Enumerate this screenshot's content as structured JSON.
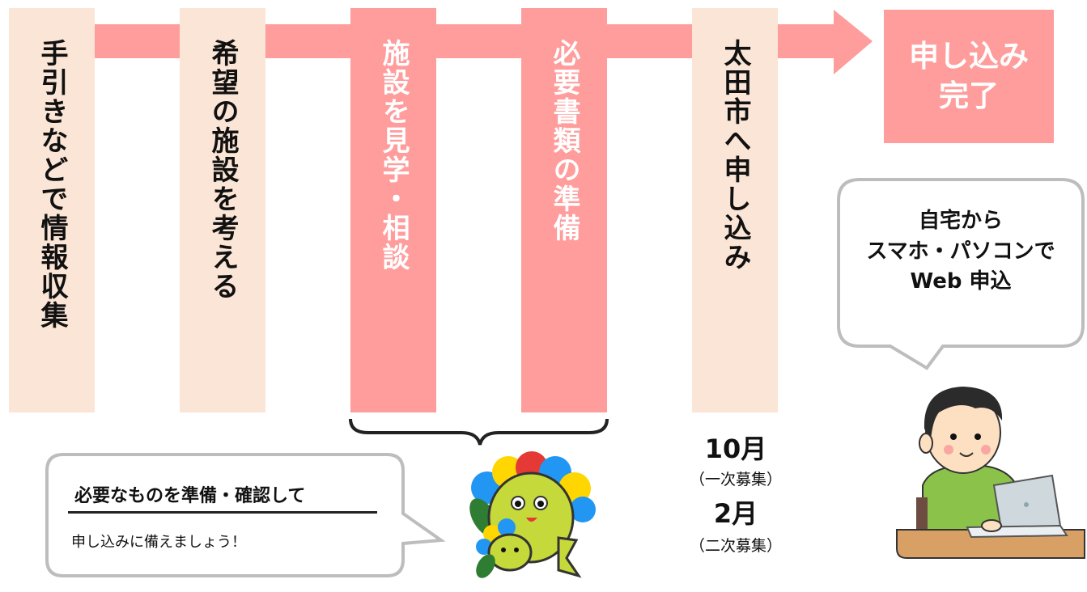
{
  "steps": [
    {
      "label": "手引きなどで情報収集"
    },
    {
      "label": "希望の施設を考える"
    },
    {
      "label": "施設を見学・相談"
    },
    {
      "label": "必要書類の準備"
    },
    {
      "label": "太田市へ申し込み"
    }
  ],
  "final": {
    "line1": "申し込み",
    "line2": "完了"
  },
  "dates": {
    "first": "10月",
    "first_note": "（一次募集）",
    "second": "2月",
    "second_note": "（二次募集）"
  },
  "note_bubble": {
    "title": "必要なものを準備・確認して",
    "body": "申し込みに備えましょう！"
  },
  "web_bubble": {
    "line1": "自宅から",
    "line2": "スマホ・パソコンで",
    "line3": "Web 申込"
  },
  "colors": {
    "light": "#fbe5d6",
    "pink": "#ff9c9c",
    "bubble_border": "#bdbdbd"
  }
}
